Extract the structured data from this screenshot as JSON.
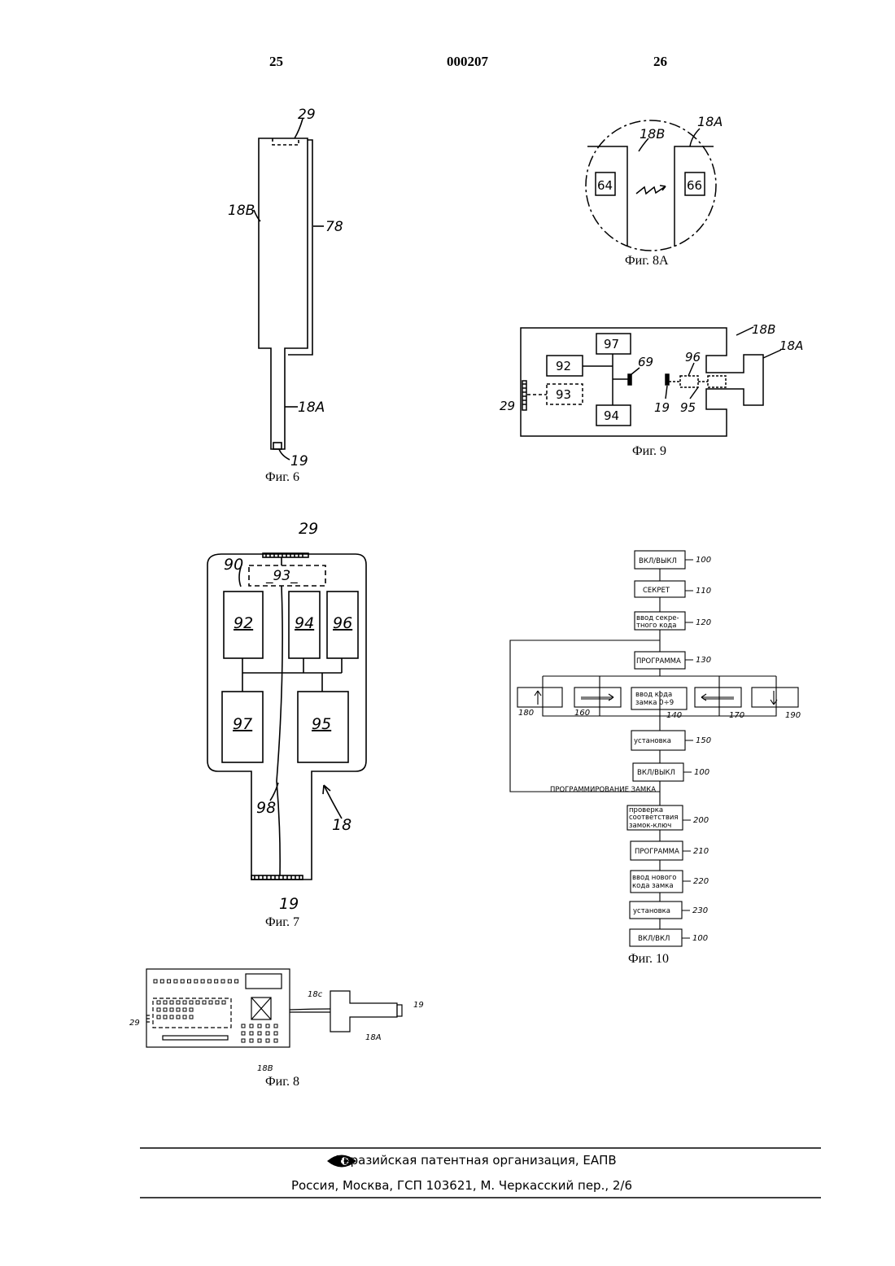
{
  "header": {
    "page_left": "25",
    "doc_number": "000207",
    "page_right": "26"
  },
  "captions": {
    "fig6": "Фиг. 6",
    "fig7": "Фиг. 7",
    "fig8": "Фиг. 8",
    "fig8a": "Фиг. 8А",
    "fig9": "Фиг. 9",
    "fig10": "Фиг. 10"
  },
  "fig6": {
    "l29": "29",
    "l18b": "18B",
    "l78": "78",
    "l18a": "18A",
    "l19": "19"
  },
  "fig7": {
    "l29": "29",
    "l90": "90",
    "l93": "_93_",
    "l92": "92",
    "l94": "94",
    "l96": "96",
    "l97": "97",
    "l95": "95",
    "l98": "98",
    "l18": "18",
    "l19": "19"
  },
  "fig8": {
    "l29": "29",
    "l18c": "18c",
    "l19": "19",
    "l18a": "18A",
    "l18b": "18B"
  },
  "fig8a": {
    "l18b": "18B",
    "l18a": "18A",
    "l64": "64",
    "l66": "66"
  },
  "fig9": {
    "l18b": "18B",
    "l18a": "18A",
    "l97": "97",
    "l92": "92",
    "l93": "93",
    "l94": "94",
    "l69": "69",
    "l96": "96",
    "l29": "29",
    "l19": "19",
    "l95": "95"
  },
  "fig10": {
    "b100a": "ВКЛ/ВЫКЛ",
    "n100a": "100",
    "b110": "СЕКРЕТ",
    "n110": "110",
    "b120_1": "ввод секре-",
    "b120_2": "тного кода",
    "n120": "120",
    "b130": "ПРОГРАММА",
    "n130": "130",
    "b140_1": "ввод кода",
    "b140_2": "замка 0÷9",
    "n140": "140",
    "n180": "180",
    "n160": "160",
    "n170": "170",
    "n190": "190",
    "b150": "установка",
    "n150": "150",
    "b100b": "ВКЛ/ВЫКЛ",
    "n100b": "100",
    "loop": "ПРОГРАММИРОВАНИЕ ЗАМКА",
    "b200_1": "проверка",
    "b200_2": "соответствия",
    "b200_3": "замок-ключ",
    "n200": "200",
    "b210": "ПРОГРАММА",
    "n210": "210",
    "b220_1": "ввод нового",
    "b220_2": "кода замка",
    "n220": "220",
    "b230": "установка",
    "n230": "230",
    "b100c": "ВКЛ/ВКЛ",
    "n100c": "100"
  },
  "footer": {
    "org": "Евразийская патентная организация, ЕАПВ",
    "address": "Россия, Москва, ГСП 103621, М. Черкасский пер., 2/6"
  }
}
